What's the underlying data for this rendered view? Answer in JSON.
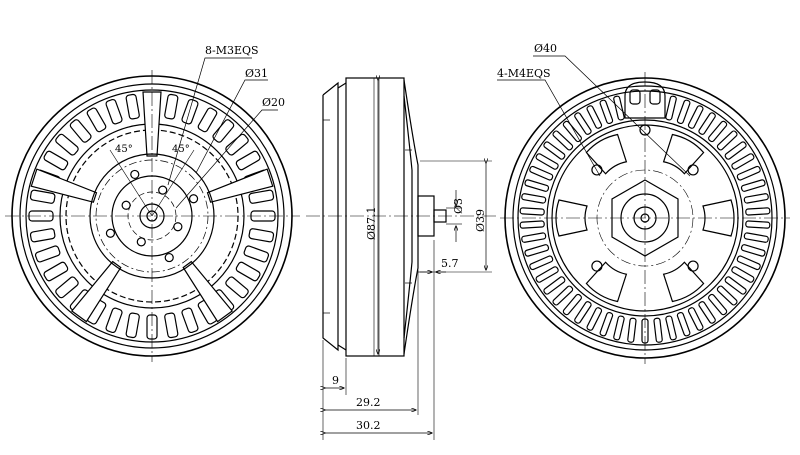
{
  "labels": {
    "front_bolt": "8-M3EQS",
    "front_d31": "Ø31",
    "front_d20": "Ø20",
    "angle_left": "45°",
    "angle_right": "45°",
    "side_d87": "Ø87.1",
    "side_d3": "Ø3",
    "side_d39": "Ø39",
    "side_57": "5.7",
    "side_9": "9",
    "side_292": "29.2",
    "side_302": "30.2",
    "rear_d40": "Ø40",
    "rear_bolt": "4-M4EQS"
  }
}
